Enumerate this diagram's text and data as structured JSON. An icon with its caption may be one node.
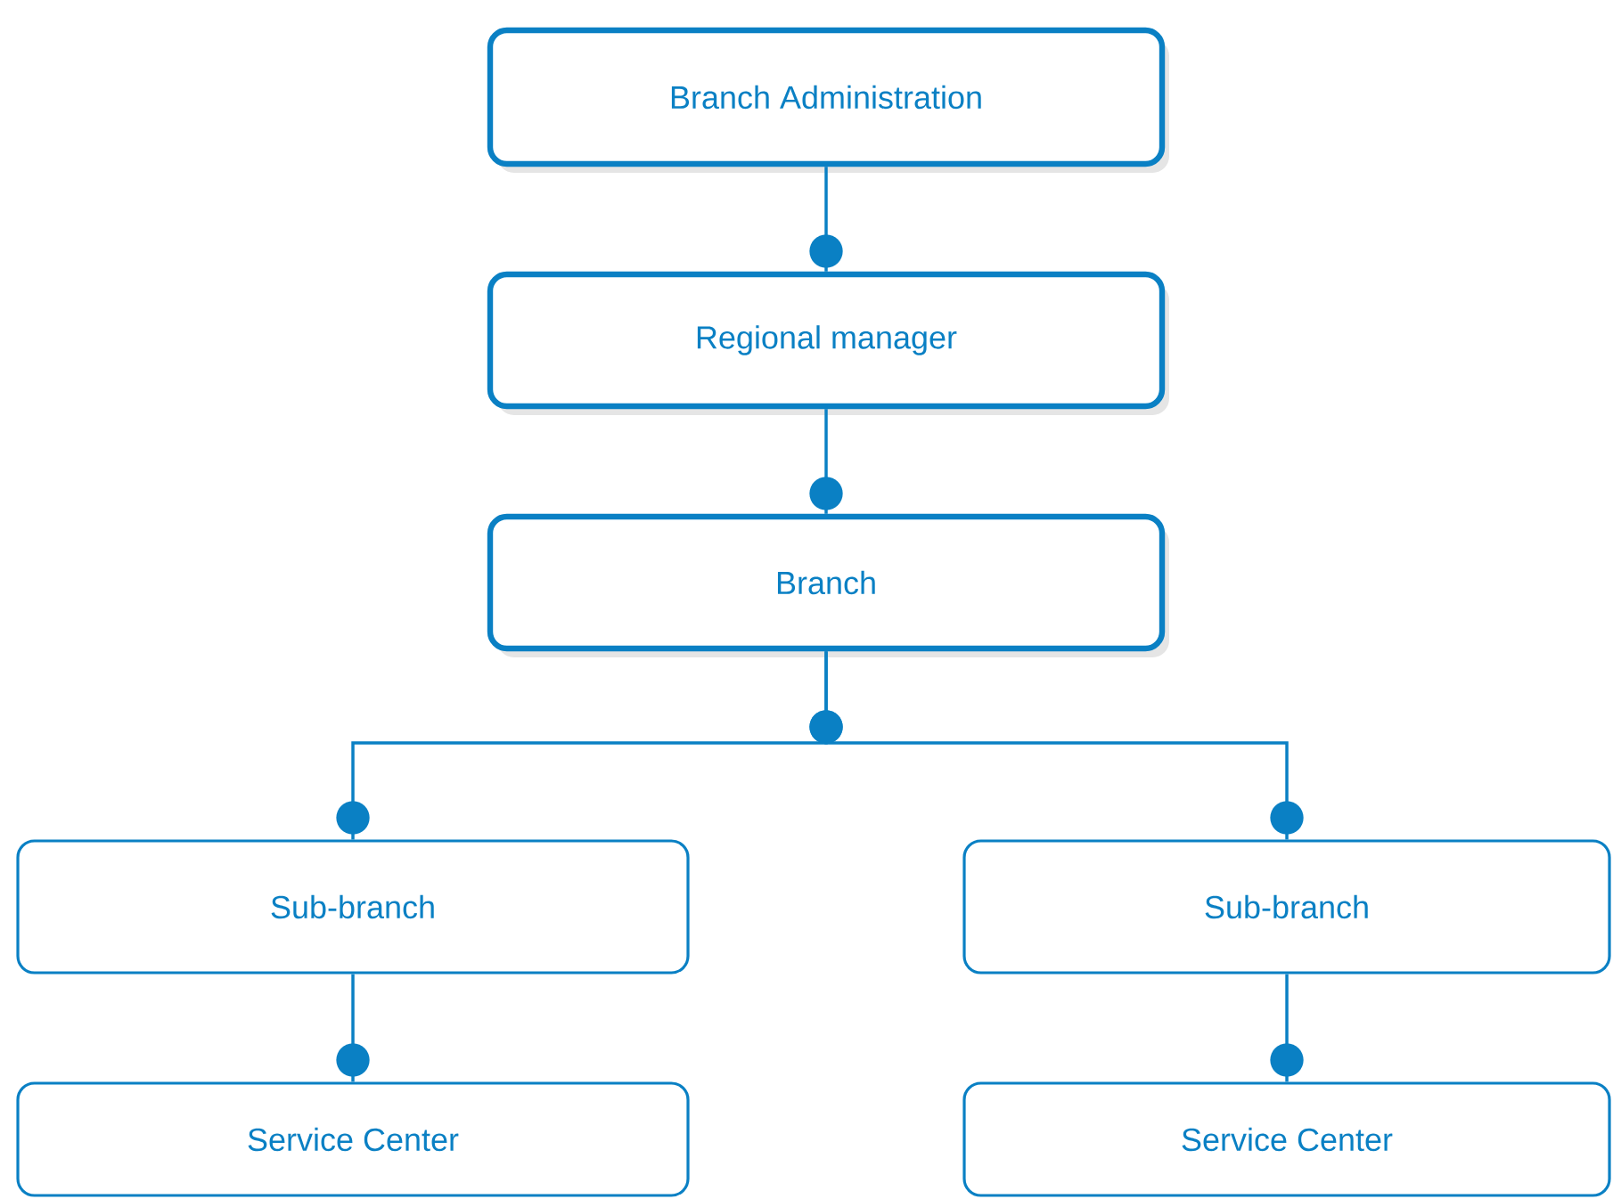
{
  "diagram": {
    "nodes": [
      {
        "text": [
          "Branch Administration"
        ]
      },
      {
        "text": [
          "Regional manager"
        ]
      },
      {
        "text": [
          "Branch"
        ]
      },
      {
        "text": [
          "Sub-branch"
        ]
      },
      {
        "text": [
          "Sub-branch"
        ]
      },
      {
        "text": [
          "Service Center"
        ]
      },
      {
        "text": [
          "Service Center"
        ]
      }
    ],
    "edges": [
      {
        "from": 0,
        "to": 1,
        "arrow": "other"
      },
      {
        "from": 1,
        "to": 2,
        "arrow": "other"
      },
      {
        "from": 2,
        "to": 3,
        "arrow": "other"
      },
      {
        "from": 2,
        "to": 4,
        "arrow": "other"
      },
      {
        "from": 3,
        "to": 5,
        "arrow": "other"
      },
      {
        "from": 4,
        "to": 6,
        "arrow": "other"
      }
    ]
  }
}
